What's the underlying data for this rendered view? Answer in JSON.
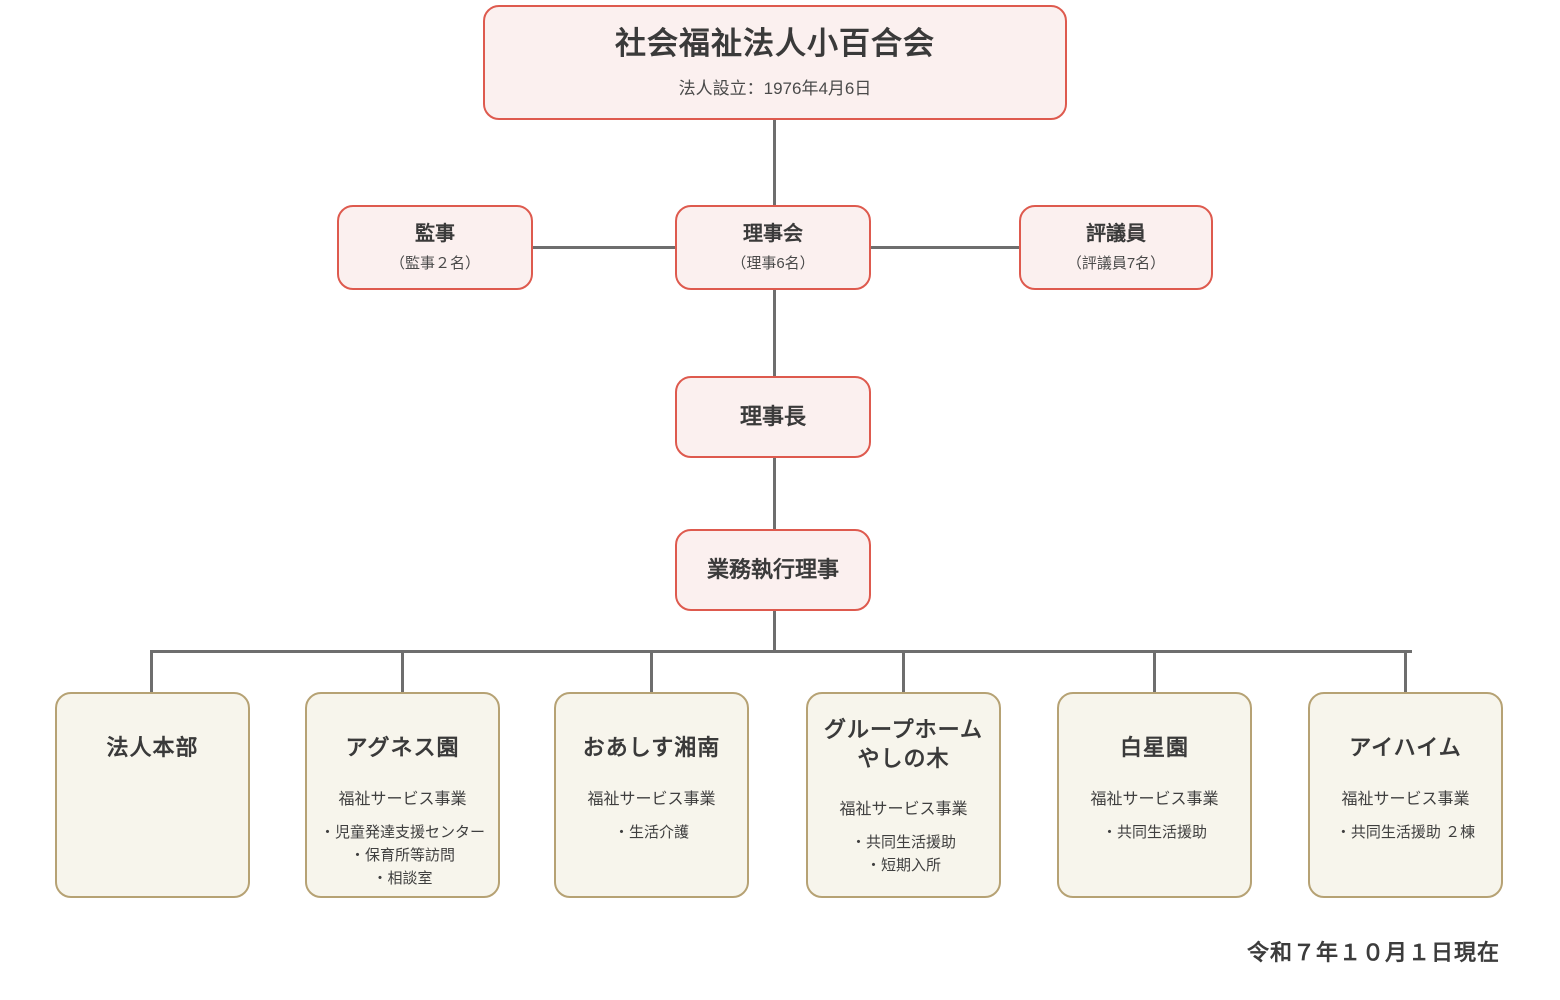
{
  "org_chart": {
    "root": {
      "title": "社会福祉法人小百合会",
      "subtitle": "法人設立：1976年4月6日"
    },
    "governance": {
      "auditor": {
        "title": "監事",
        "subtitle": "（監事２名）"
      },
      "board": {
        "title": "理事会",
        "subtitle": "（理事6名）"
      },
      "councillors": {
        "title": "評議員",
        "subtitle": "（評議員7名）"
      }
    },
    "executive": {
      "chairman": {
        "title": "理事長"
      },
      "managing_director": {
        "title": "業務執行理事"
      }
    },
    "facilities": [
      {
        "title": "法人本部",
        "title_line2": "",
        "category": "",
        "items": []
      },
      {
        "title": "アグネス園",
        "title_line2": "",
        "category": "福祉サービス事業",
        "items": [
          "・児童発達支援センター",
          "・保育所等訪問",
          "・相談室"
        ]
      },
      {
        "title": "おあしす湘南",
        "title_line2": "",
        "category": "福祉サービス事業",
        "items": [
          "・生活介護"
        ]
      },
      {
        "title": "グループホーム",
        "title_line2": "やしの木",
        "category": "福祉サービス事業",
        "items": [
          "・共同生活援助",
          "・短期入所"
        ]
      },
      {
        "title": "白星園",
        "title_line2": "",
        "category": "福祉サービス事業",
        "items": [
          "・共同生活援助"
        ]
      },
      {
        "title": "アイハイム",
        "title_line2": "",
        "category": "福祉サービス事業",
        "items": [
          "・共同生活援助 ２棟"
        ]
      }
    ],
    "footer": {
      "as_of_date": "令和７年１０月１日現在"
    },
    "colors": {
      "pink_fill": "#fbf0ef",
      "pink_border": "#de5a4e",
      "beige_fill": "#f7f5ec",
      "beige_border": "#b6a274",
      "connector": "#6e6e6e",
      "text": "#3c3c3c",
      "background": "#ffffff"
    }
  }
}
